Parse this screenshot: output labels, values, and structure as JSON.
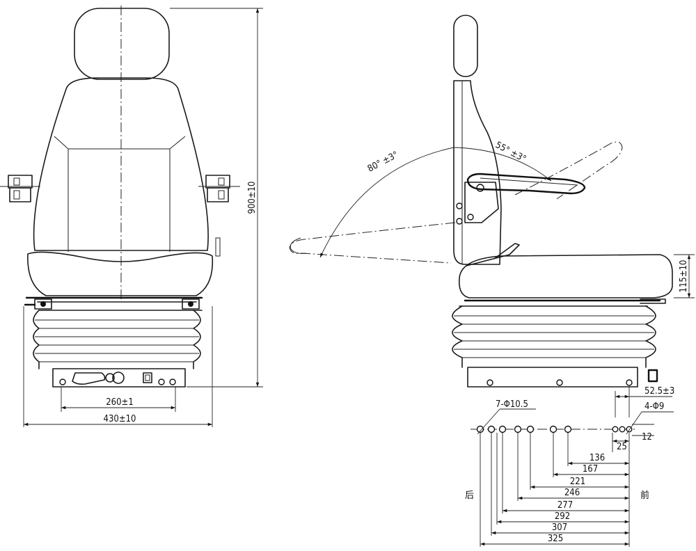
{
  "front_view": {
    "width_overall": "430±10",
    "hole_spacing": "260±1",
    "height_overall": "900±10"
  },
  "side_view": {
    "recline_angle": "80° ±3°",
    "armrest_angle": "55° ±3°",
    "cushion_height": "115±10",
    "front_offset": "52.5±3"
  },
  "hole_pattern": {
    "rear_holes": "7-Φ10.5",
    "front_holes": "4-Φ9",
    "front_spacing_small": "12",
    "front_spacing": "25",
    "rear_label": "后",
    "front_label": "前",
    "distances": [
      "136",
      "167",
      "221",
      "246",
      "277",
      "292",
      "307",
      "325"
    ]
  }
}
